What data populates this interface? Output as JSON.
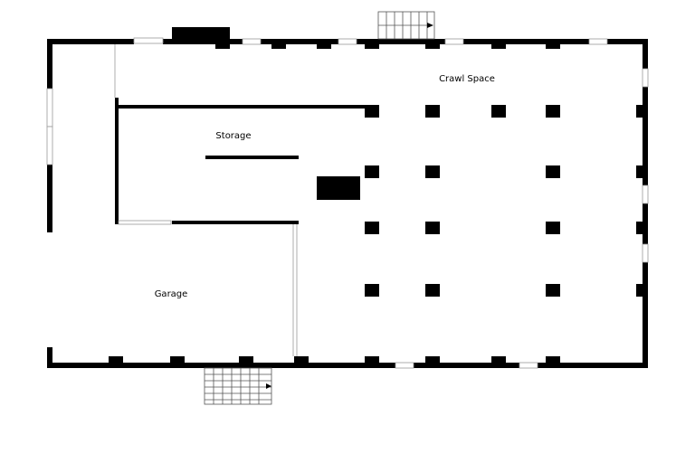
{
  "plan": {
    "rooms": [
      {
        "id": "crawl-space",
        "label": "Crawl Space"
      },
      {
        "id": "storage",
        "label": "Storage"
      },
      {
        "id": "garage",
        "label": "Garage"
      }
    ],
    "colors": {
      "wall": "#000000",
      "background": "#ffffff",
      "window": "#9a9a9a"
    },
    "icons": [
      "stairs-icon",
      "stairs-icon",
      "arrow-icon"
    ]
  }
}
